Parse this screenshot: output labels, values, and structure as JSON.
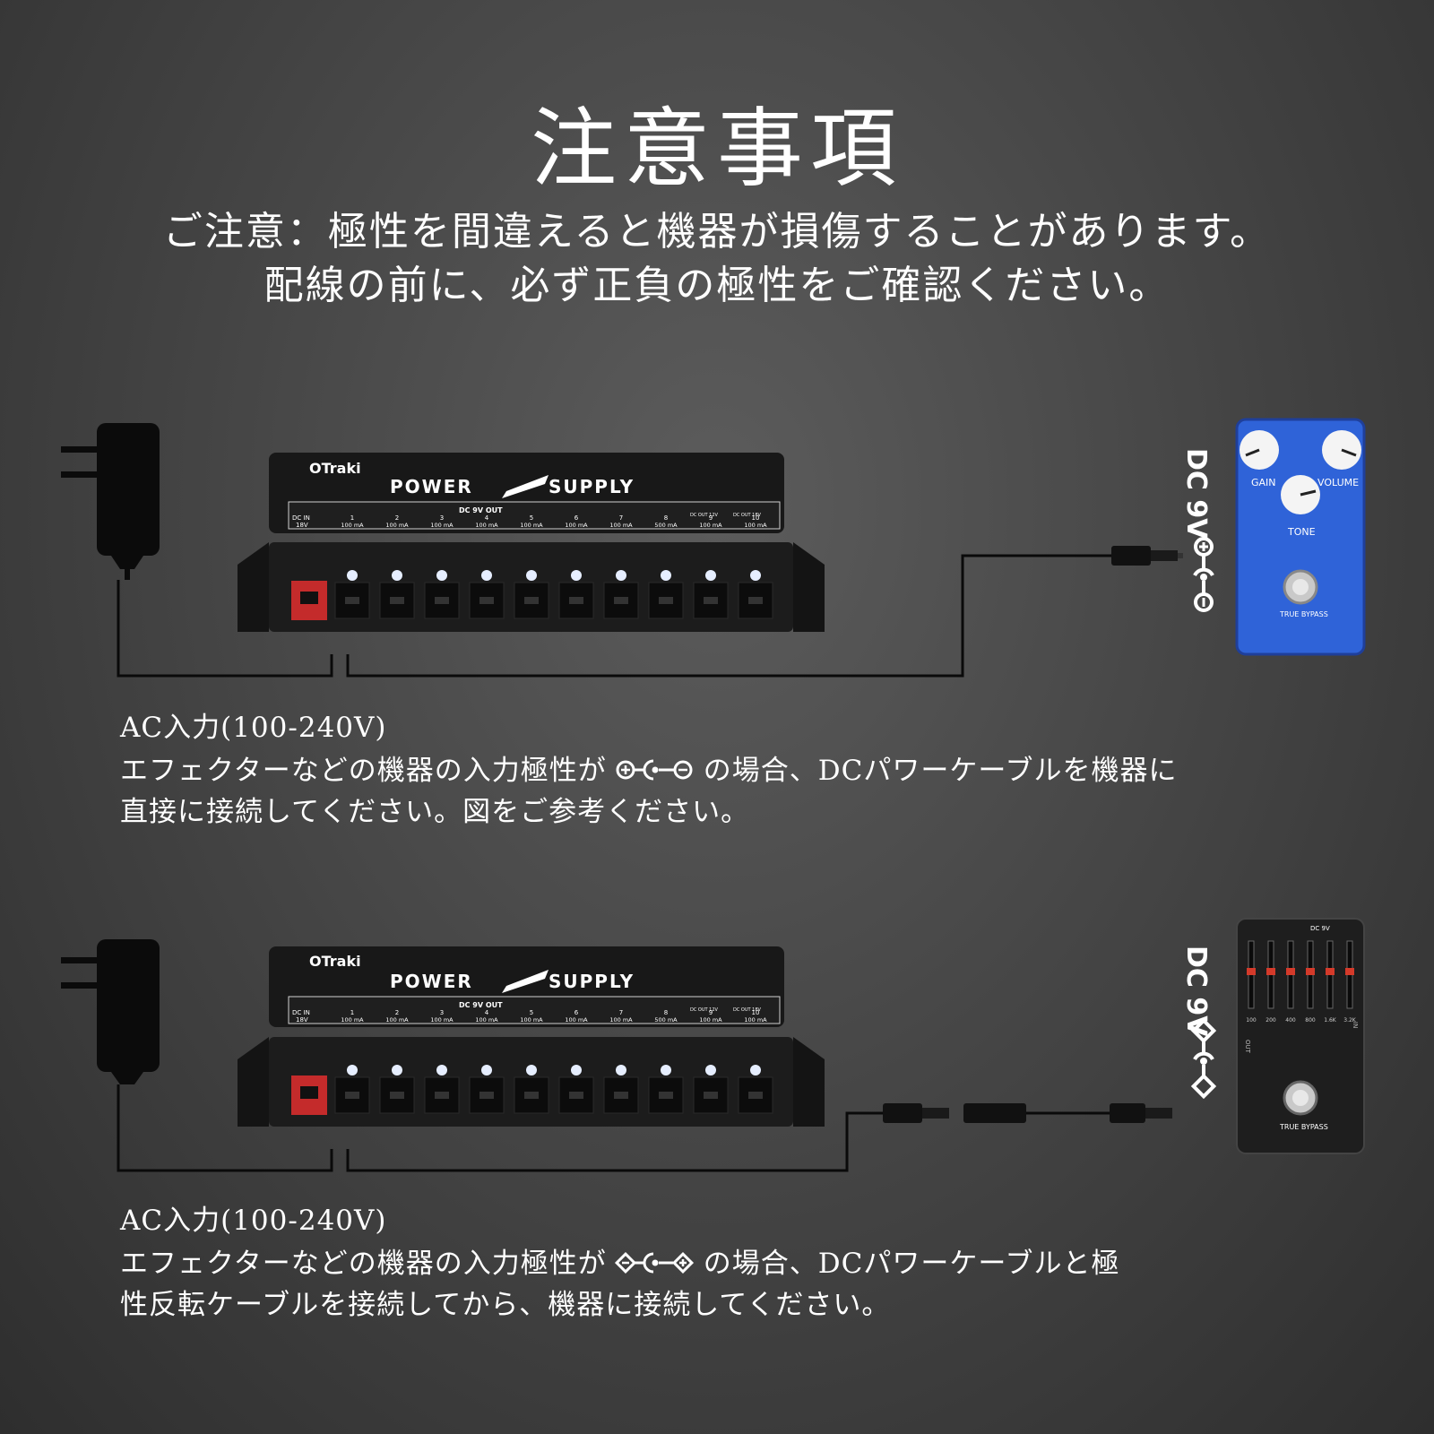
{
  "title": "注意事項",
  "notice": {
    "line1": "ご注意：極性を間違えると機器が損傷することがあります。",
    "line2": "配線の前に、必ず正負の極性をご確認ください。"
  },
  "device": {
    "brand": "OTraki",
    "label_power": "POWER",
    "label_supply": "SUPPLY",
    "label_dc_out": "DC 9V OUT",
    "label_dc_in": "DC IN",
    "label_dc_in_v": "18V",
    "label_out12": "DC OUT 12V",
    "label_out18": "DC OUT 18V",
    "ports": [
      {
        "num": "1",
        "current": "100 mA"
      },
      {
        "num": "2",
        "current": "100 mA"
      },
      {
        "num": "3",
        "current": "100 mA"
      },
      {
        "num": "4",
        "current": "100 mA"
      },
      {
        "num": "5",
        "current": "100 mA"
      },
      {
        "num": "6",
        "current": "100 mA"
      },
      {
        "num": "7",
        "current": "100 mA"
      },
      {
        "num": "8",
        "current": "500 mA"
      },
      {
        "num": "9",
        "current": "100 mA"
      },
      {
        "num": "10",
        "current": "100 mA"
      }
    ]
  },
  "pedal1": {
    "dc_label": "DC 9V",
    "knob_gain": "GAIN",
    "knob_volume": "VOLUME",
    "knob_tone": "TONE",
    "footswitch": "TRUE BYPASS",
    "color": "#2f63d8"
  },
  "pedal2": {
    "dc_label": "DC 9V",
    "top_label": "DC 9V",
    "bands": [
      "100",
      "200",
      "400",
      "800",
      "1.6K",
      "3.2K"
    ],
    "out_label": "OUT",
    "in_label": "IN",
    "footswitch": "TRUE BYPASS"
  },
  "caption1": {
    "ac": "AC入力(100-240V)",
    "text_before": "エフェクターなどの機器の入力極性が",
    "text_after": "の場合、DCパワーケーブルを機器に",
    "text_line2": "直接に接続してください。図をご参考ください。"
  },
  "caption2": {
    "ac": "AC入力(100-240V)",
    "text_before": "エフェクターなどの機器の入力極性が",
    "text_after": "の場合、DCパワーケーブルと極",
    "text_line2": "性反転ケーブルを接続してから、機器に接続してください。"
  }
}
